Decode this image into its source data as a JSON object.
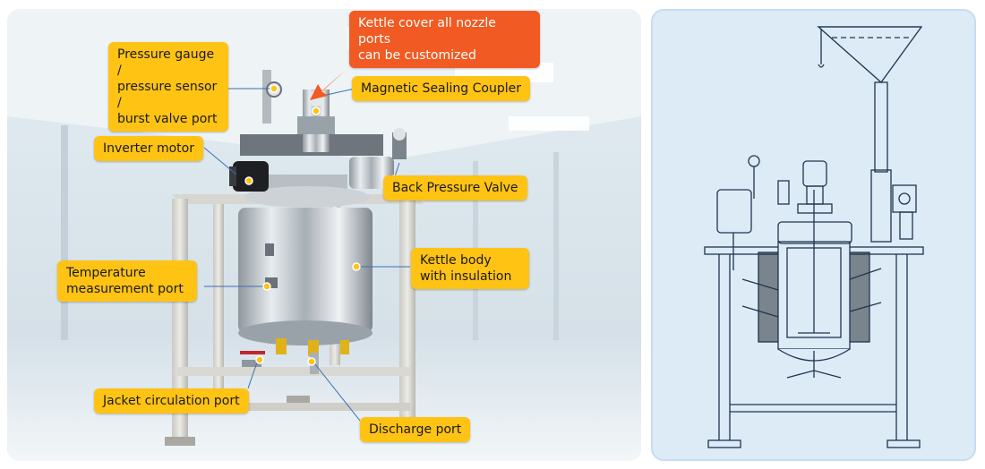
{
  "labels": {
    "pressure_port": "Pressure gauge /\npressure sensor /\nburst valve port",
    "nozzle_ports": "Kettle cover all nozzle ports\ncan be customized",
    "magnetic_coupler": "Magnetic Sealing Coupler",
    "inverter_motor": "Inverter motor",
    "back_pressure_valve": "Back Pressure Valve",
    "temperature_port": "Temperature\nmeasurement port",
    "kettle_body": "Kettle body\nwith insulation",
    "jacket_port": "Jacket circulation port",
    "discharge_port": "Discharge port"
  },
  "colors": {
    "label_yellow": "#ffc314",
    "callout_orange": "#f15a22",
    "drawing_bg": "#dcebf6",
    "drawing_line": "#1f3550"
  }
}
